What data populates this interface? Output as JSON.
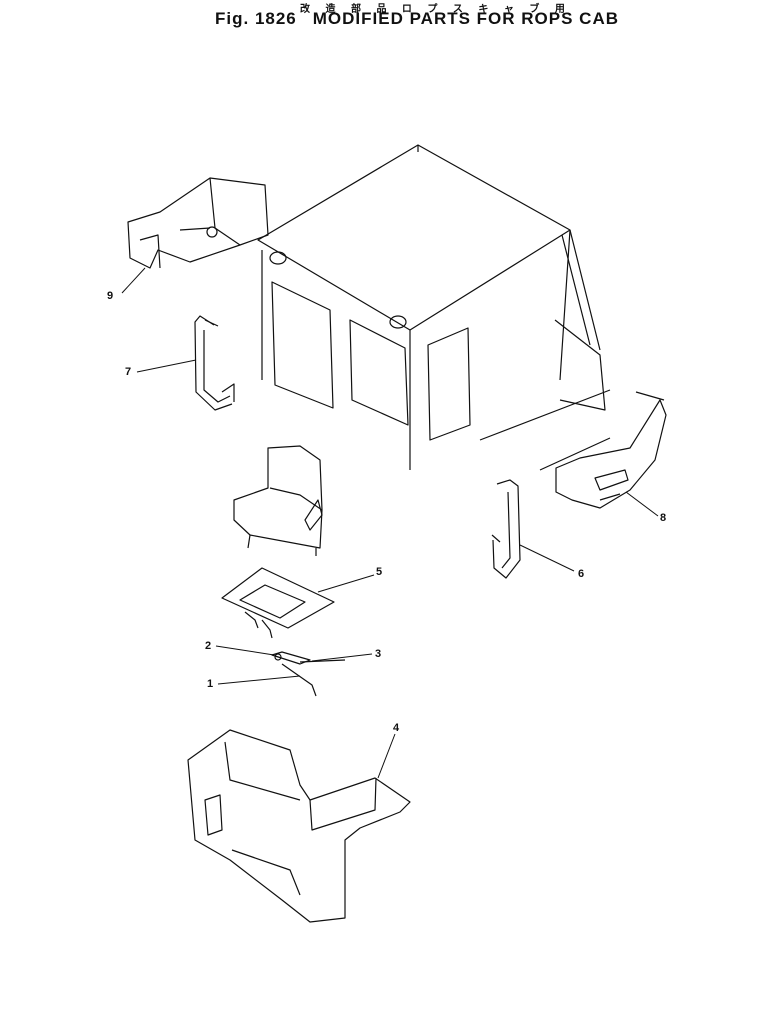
{
  "header": {
    "subtitle_jp": "改 造 部 品  ロ プ ス  キ ャ ブ 用",
    "figure_number": "Fig. 1826",
    "figure_title": "MODIFIED PARTS FOR ROPS CAB"
  },
  "callouts": {
    "c1": "1",
    "c2": "2",
    "c3": "3",
    "c4": "4",
    "c5": "5",
    "c6": "6",
    "c7": "7",
    "c8": "8",
    "c9": "9"
  }
}
